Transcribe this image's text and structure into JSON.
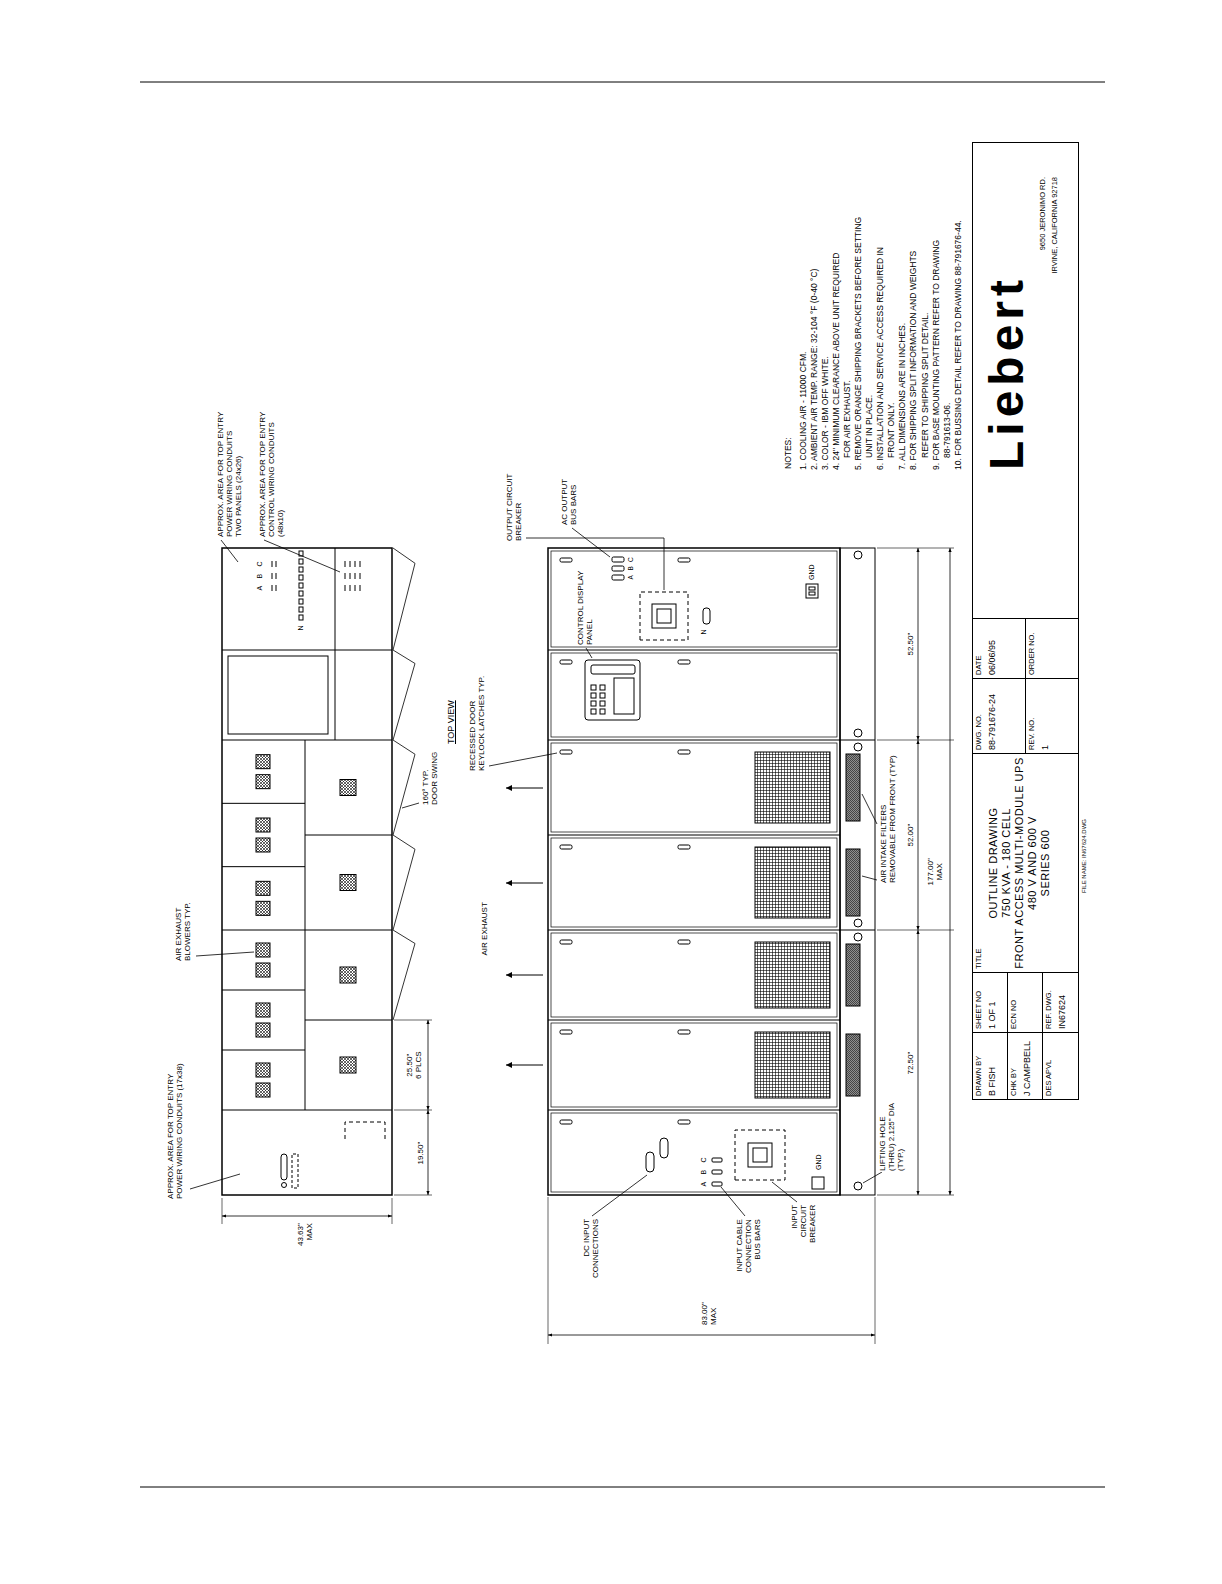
{
  "diagram": {
    "nodes": [
      {
        "text": [
          "DRAWN BY",
          "B FISH"
        ]
      },
      {
        "text": [
          "SHEET NO",
          "1 OF 1"
        ]
      },
      {
        "text": [
          "TITLE",
          "OUTLINE DRAWING",
          "750 KVA - 180 CELL",
          "FRONT ACCESS MULTI-MODULE UPS",
          "480 V AND 600 V",
          "SERIES 600"
        ]
      },
      {
        "text": [
          "CHK BY",
          "J CAMPBELL"
        ]
      },
      {
        "text": [
          "ECN NO"
        ]
      },
      {
        "text": [
          "DES APVL"
        ]
      },
      {
        "text": [
          "REF. DWG.",
          "IN67624"
        ]
      },
      {
        "text": [
          "DWG. NO.",
          "88-791676-24"
        ]
      },
      {
        "text": [
          "DATE",
          "06/06/95"
        ]
      },
      {
        "text": [
          "REV. NO.",
          "1"
        ]
      },
      {
        "text": [
          "ORDER NO."
        ]
      },
      {
        "text": [
          "Liebert",
          "9650 JERONIMO RD.",
          "IRVINE, CALIFORNIA 92718"
        ]
      }
    ],
    "labels": [
      "APPROX. AREA FOR TOP ENTRY POWER WIRING CONDUITS (17x38)",
      "AIR EXHAUST BLOWERS TYP.",
      "APPROX. AREA FOR TOP ENTRY POWER WIRING CONDUITS TWO PANELS (24x26)",
      "APPROX. AREA FOR TOP ENTRY CONTROL WIRING CONDUITS (48x10)",
      "43.63\" MAX",
      "N",
      "A",
      "B",
      "C",
      "25.50\" 6 PLCS",
      "19.50\"",
      "160° TYP. DOOR SWING",
      "TOP VIEW",
      "AIR EXHAUST",
      "RECESSED DOOR KEYLOCK LATCHES TYP.",
      "CONTROL DISPLAY PANEL",
      "OUTPUT CIRCUIT BREAKER",
      "AC OUTPUT BUS BARS",
      "A",
      "B",
      "C",
      "N",
      "GND",
      "DC INPUT CONNECTIONS",
      "INPUT CABLE CONNECTION BUS BARS",
      "INPUT CIRCUIT BREAKER",
      "A",
      "B",
      "C",
      "GND",
      "83.00\" MAX",
      "LIFTING HOLE (THRU) 2.125\" DIA (TYP.)",
      "AIR INTAKE FILTERS REMOVABLE FROM FRONT (TYP)",
      "72.50\"",
      "52.00\"",
      "52.50\"",
      "177.00\" MAX",
      "NOTES:",
      "1. COOLING AIR - 11000 CFM.",
      "2. AMBIENT AIR TEMP. RANGE: 32-104 °F (0-40 °C)",
      "3. COLOR - IBM OFF WHITE.",
      "4. 24\" MINIMUM CLEARANCE ABOVE UNIT REQUIRED FOR AIR EXHAUST.",
      "5. REMOVE ORANGE SHIPPING BRACKETS BEFORE SETTING UNIT IN PLACE.",
      "6. INSTALLATION AND SERVICE ACCESS REQUIRED IN FRONT ONLY.",
      "7. ALL DIMENSIONS ARE IN INCHES.",
      "8. FOR SHIPPING SPLIT INFORMATION AND WEIGHTS REFER TO SHIPPING SPLIT DETAIL.",
      "9. FOR BASE MOUNTING PATTERN REFER TO DRAWING 88-791613-06.",
      "10. FOR BUSSING DETAIL REFER TO DRAWING 88-791676-44.",
      "FILE NAME: IN67624.DWG"
    ]
  }
}
